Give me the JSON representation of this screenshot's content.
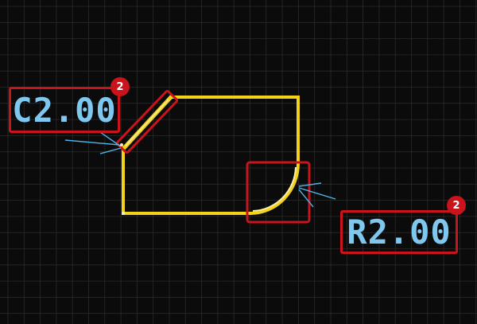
{
  "colors": {
    "background": "#0b0b0b",
    "grid": "#2a2a2a",
    "outline": "#f5d21a",
    "highlight": "#c8141a",
    "dimension_text": "#7ec8f0",
    "guide_lines": "#4fb3e8",
    "selected_edge": "#f7f0a8"
  },
  "annotations": {
    "chamfer": {
      "label": "C2.00",
      "count": "2"
    },
    "fillet": {
      "label": "R2.00",
      "count": "2"
    }
  }
}
